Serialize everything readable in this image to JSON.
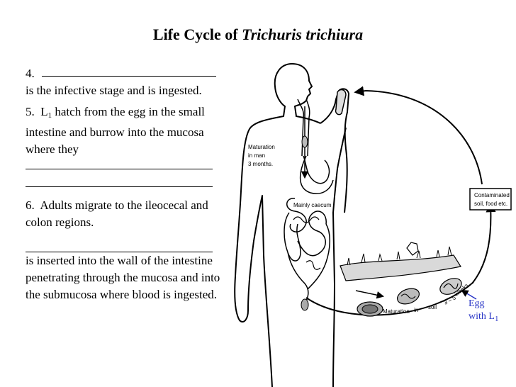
{
  "title": {
    "prefix": "Life Cycle of",
    "species": "Trichuris trichiura"
  },
  "notes": {
    "step4": {
      "number": "4.",
      "text": "is the infective stage and is ingested."
    },
    "step5": {
      "number": "5.",
      "larva": "L",
      "sub": "1",
      "text": "hatch from the egg in the small intestine and burrow into the mucosa where they"
    },
    "step6": {
      "number": "6.",
      "text": "Adults migrate to the ileocecal and colon regions."
    },
    "step7": {
      "text": "is inserted into the wall of the intestine penetrating through the mucosa and into the submucosa where blood is ingested."
    }
  },
  "diagram": {
    "maturation_man": [
      "Maturation",
      "in  man",
      "3  months."
    ],
    "caecum": "Mainly  caecum",
    "contaminated": [
      "Contaminated",
      "soil, food  etc."
    ],
    "soil_label": [
      "Maturation",
      "in",
      "soil",
      "3 – 5",
      "weeks"
    ],
    "egg_label": {
      "line1": "Egg",
      "line2": "with L",
      "sub": "1"
    },
    "colors": {
      "egg_label": "#2a36c6",
      "lines": "#000000"
    }
  }
}
